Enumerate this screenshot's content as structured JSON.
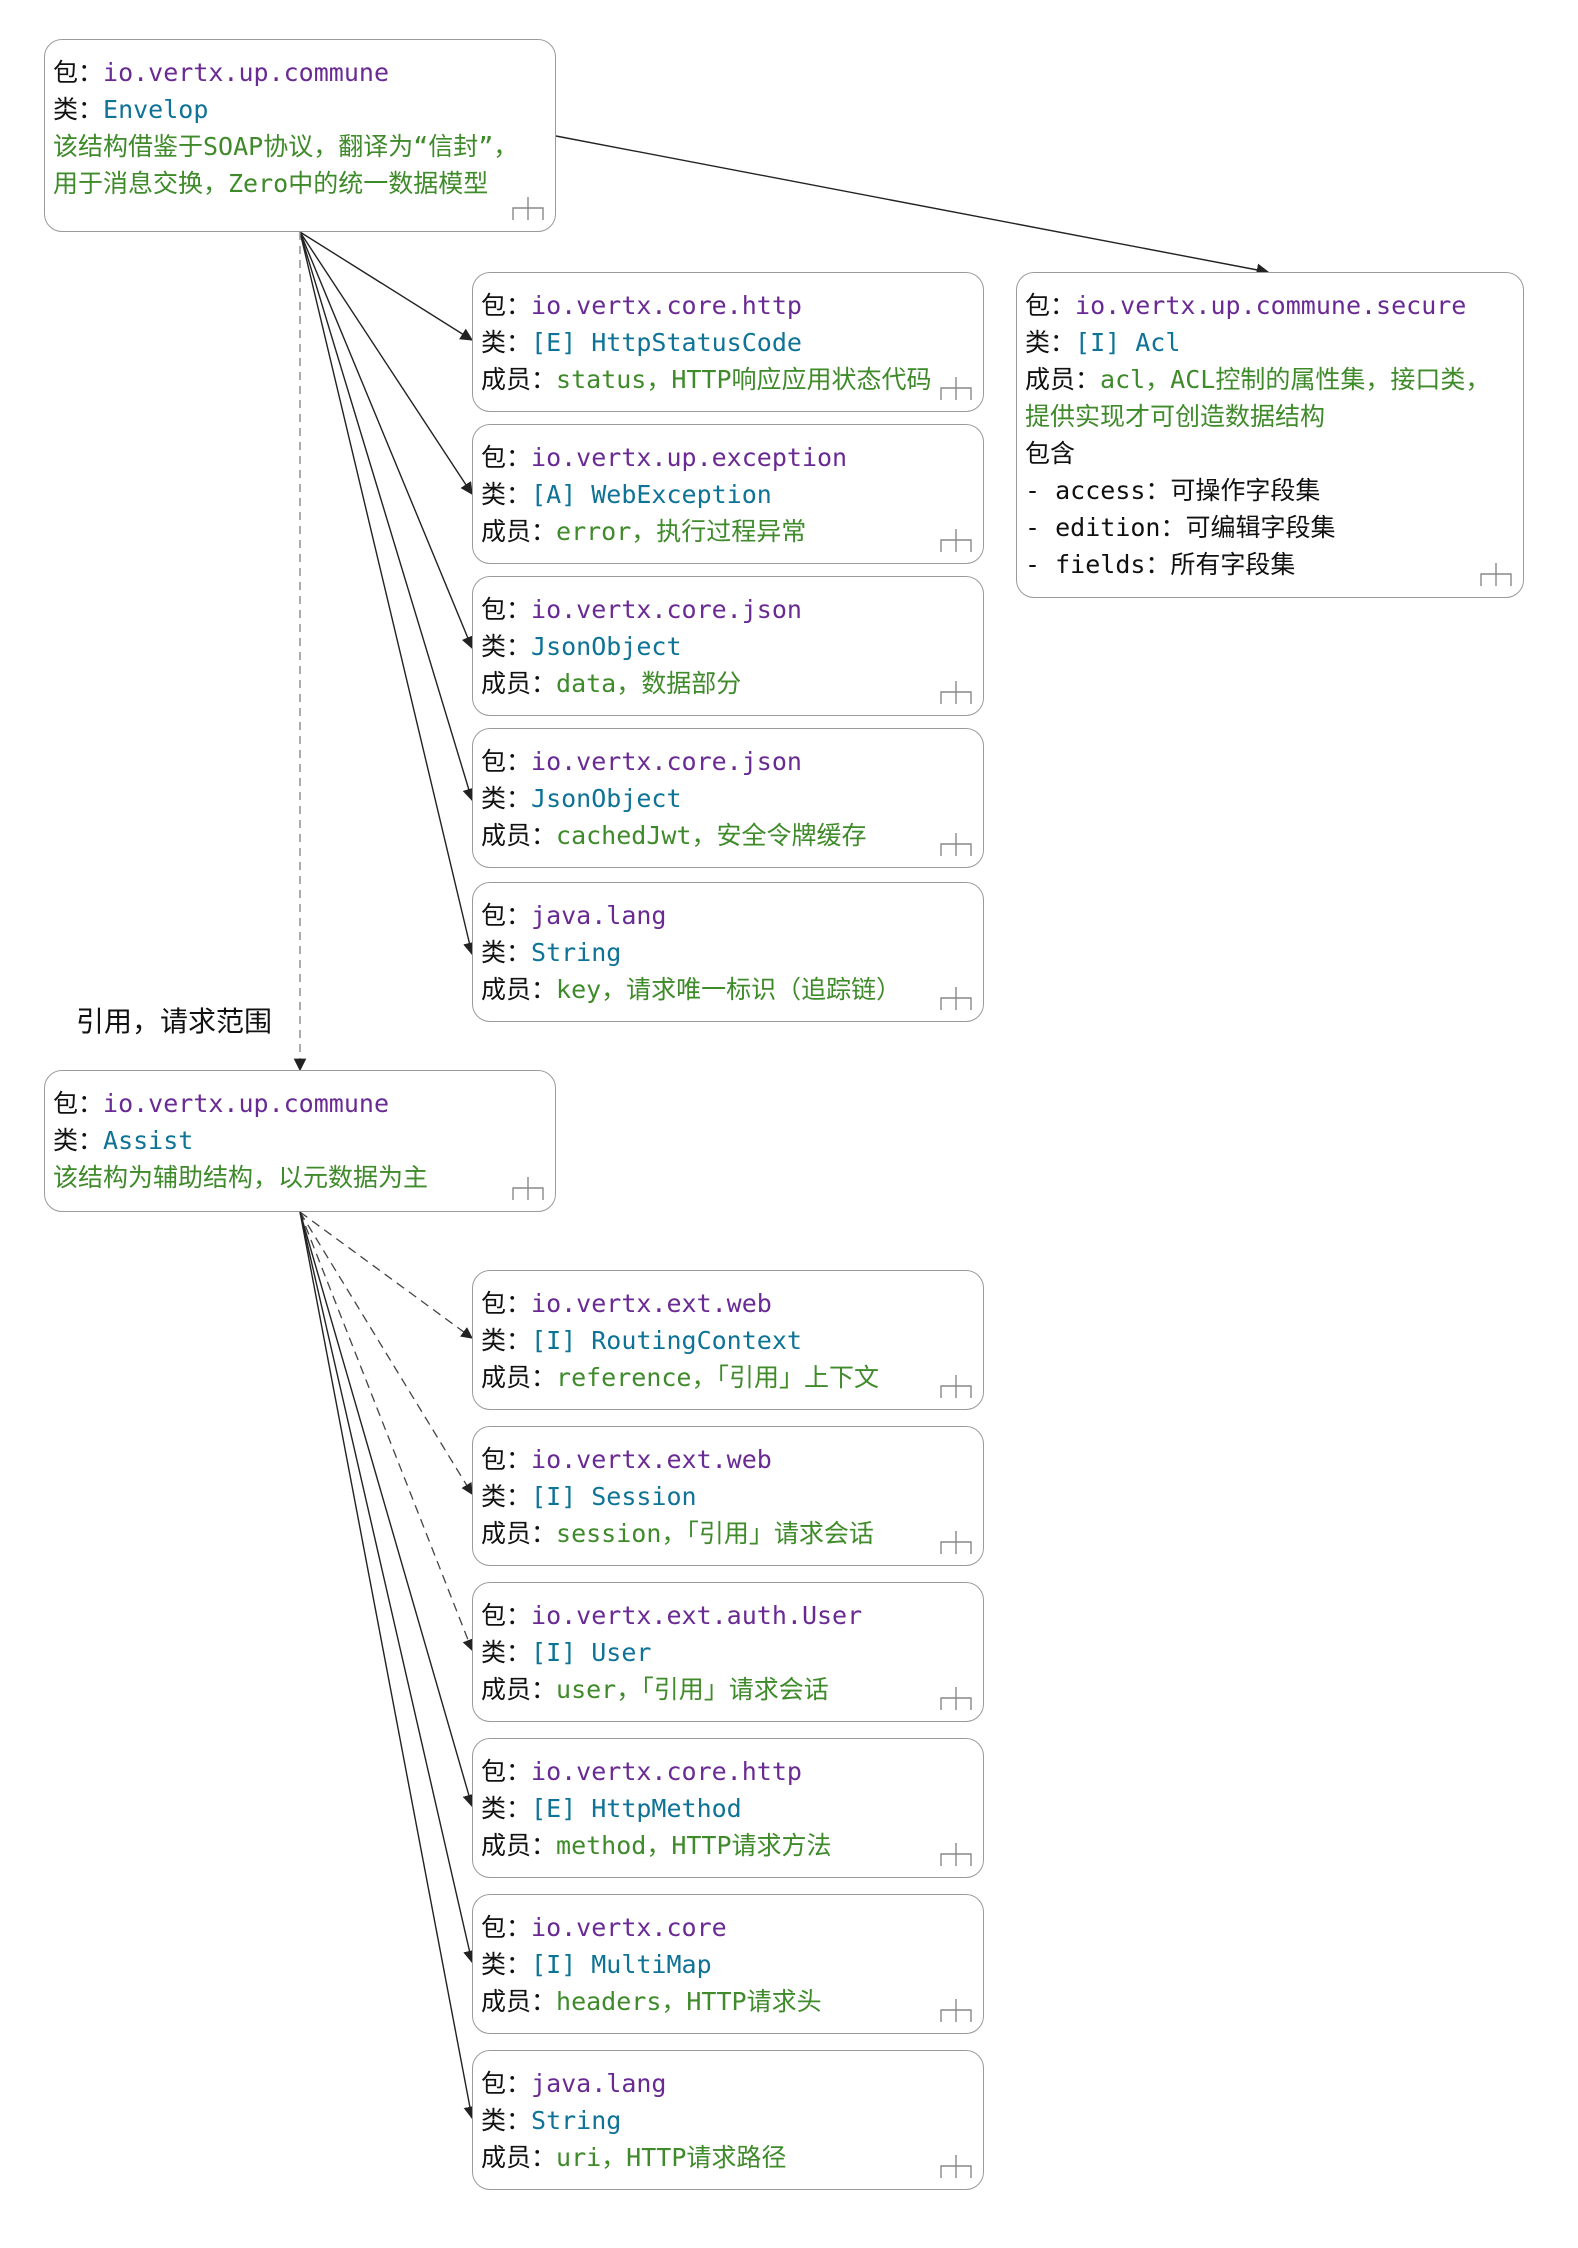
{
  "labels": {
    "pkg": "包：",
    "cls": "类：",
    "member": "成员：",
    "contains": "包含"
  },
  "edge_label": "引用，请求范围",
  "nodes": {
    "envelop": {
      "pkg": "io.vertx.up.commune",
      "cls": "Envelop",
      "desc": [
        "该结构借鉴于SOAP协议，翻译为“信封”，",
        "用于消息交换，Zero中的统一数据模型"
      ]
    },
    "e1": {
      "pkg": "io.vertx.core.http",
      "cls": "[E] HttpStatusCode",
      "member": "status，HTTP响应应用状态代码"
    },
    "e2": {
      "pkg": "io.vertx.up.exception",
      "cls": "[A] WebException",
      "member": "error，执行过程异常"
    },
    "e3": {
      "pkg": "io.vertx.core.json",
      "cls": "JsonObject",
      "member": "data，数据部分"
    },
    "e4": {
      "pkg": "io.vertx.core.json",
      "cls": "JsonObject",
      "member": "cachedJwt，安全令牌缓存"
    },
    "e5": {
      "pkg": "java.lang",
      "cls": "String",
      "member": "key，请求唯一标识（追踪链）"
    },
    "acl": {
      "pkg": "io.vertx.up.commune.secure",
      "cls": "[I] Acl",
      "member_lines": [
        "acl，ACL控制的属性集，接口类，",
        "提供实现才可创造数据结构"
      ],
      "items": [
        {
          "name": "access",
          "desc": "：可操作字段集"
        },
        {
          "name": "edition",
          "desc": "：可编辑字段集"
        },
        {
          "name": "fields",
          "desc": "：所有字段集"
        }
      ]
    },
    "assist": {
      "pkg": "io.vertx.up.commune",
      "cls": "Assist",
      "desc": "该结构为辅助结构，以元数据为主"
    },
    "a1": {
      "pkg": "io.vertx.ext.web",
      "cls": "[I] RoutingContext",
      "member": "reference，「引用」上下文"
    },
    "a2": {
      "pkg": "io.vertx.ext.web",
      "cls": "[I] Session",
      "member": "session，「引用」请求会话"
    },
    "a3": {
      "pkg": "io.vertx.ext.auth.User",
      "cls": "[I] User",
      "member": "user，「引用」请求会话"
    },
    "a4": {
      "pkg": "io.vertx.core.http",
      "cls": "[E] HttpMethod",
      "member": "method，HTTP请求方法"
    },
    "a5": {
      "pkg": "io.vertx.core",
      "cls": "[I] MultiMap",
      "member": "headers，HTTP请求头"
    },
    "a6": {
      "pkg": "java.lang",
      "cls": "String",
      "member": "uri，HTTP请求路径"
    }
  },
  "colors": {
    "package": "#6a2a93",
    "class": "#0e7396",
    "description": "#3f8a2a",
    "border": "#9a9a9a"
  }
}
